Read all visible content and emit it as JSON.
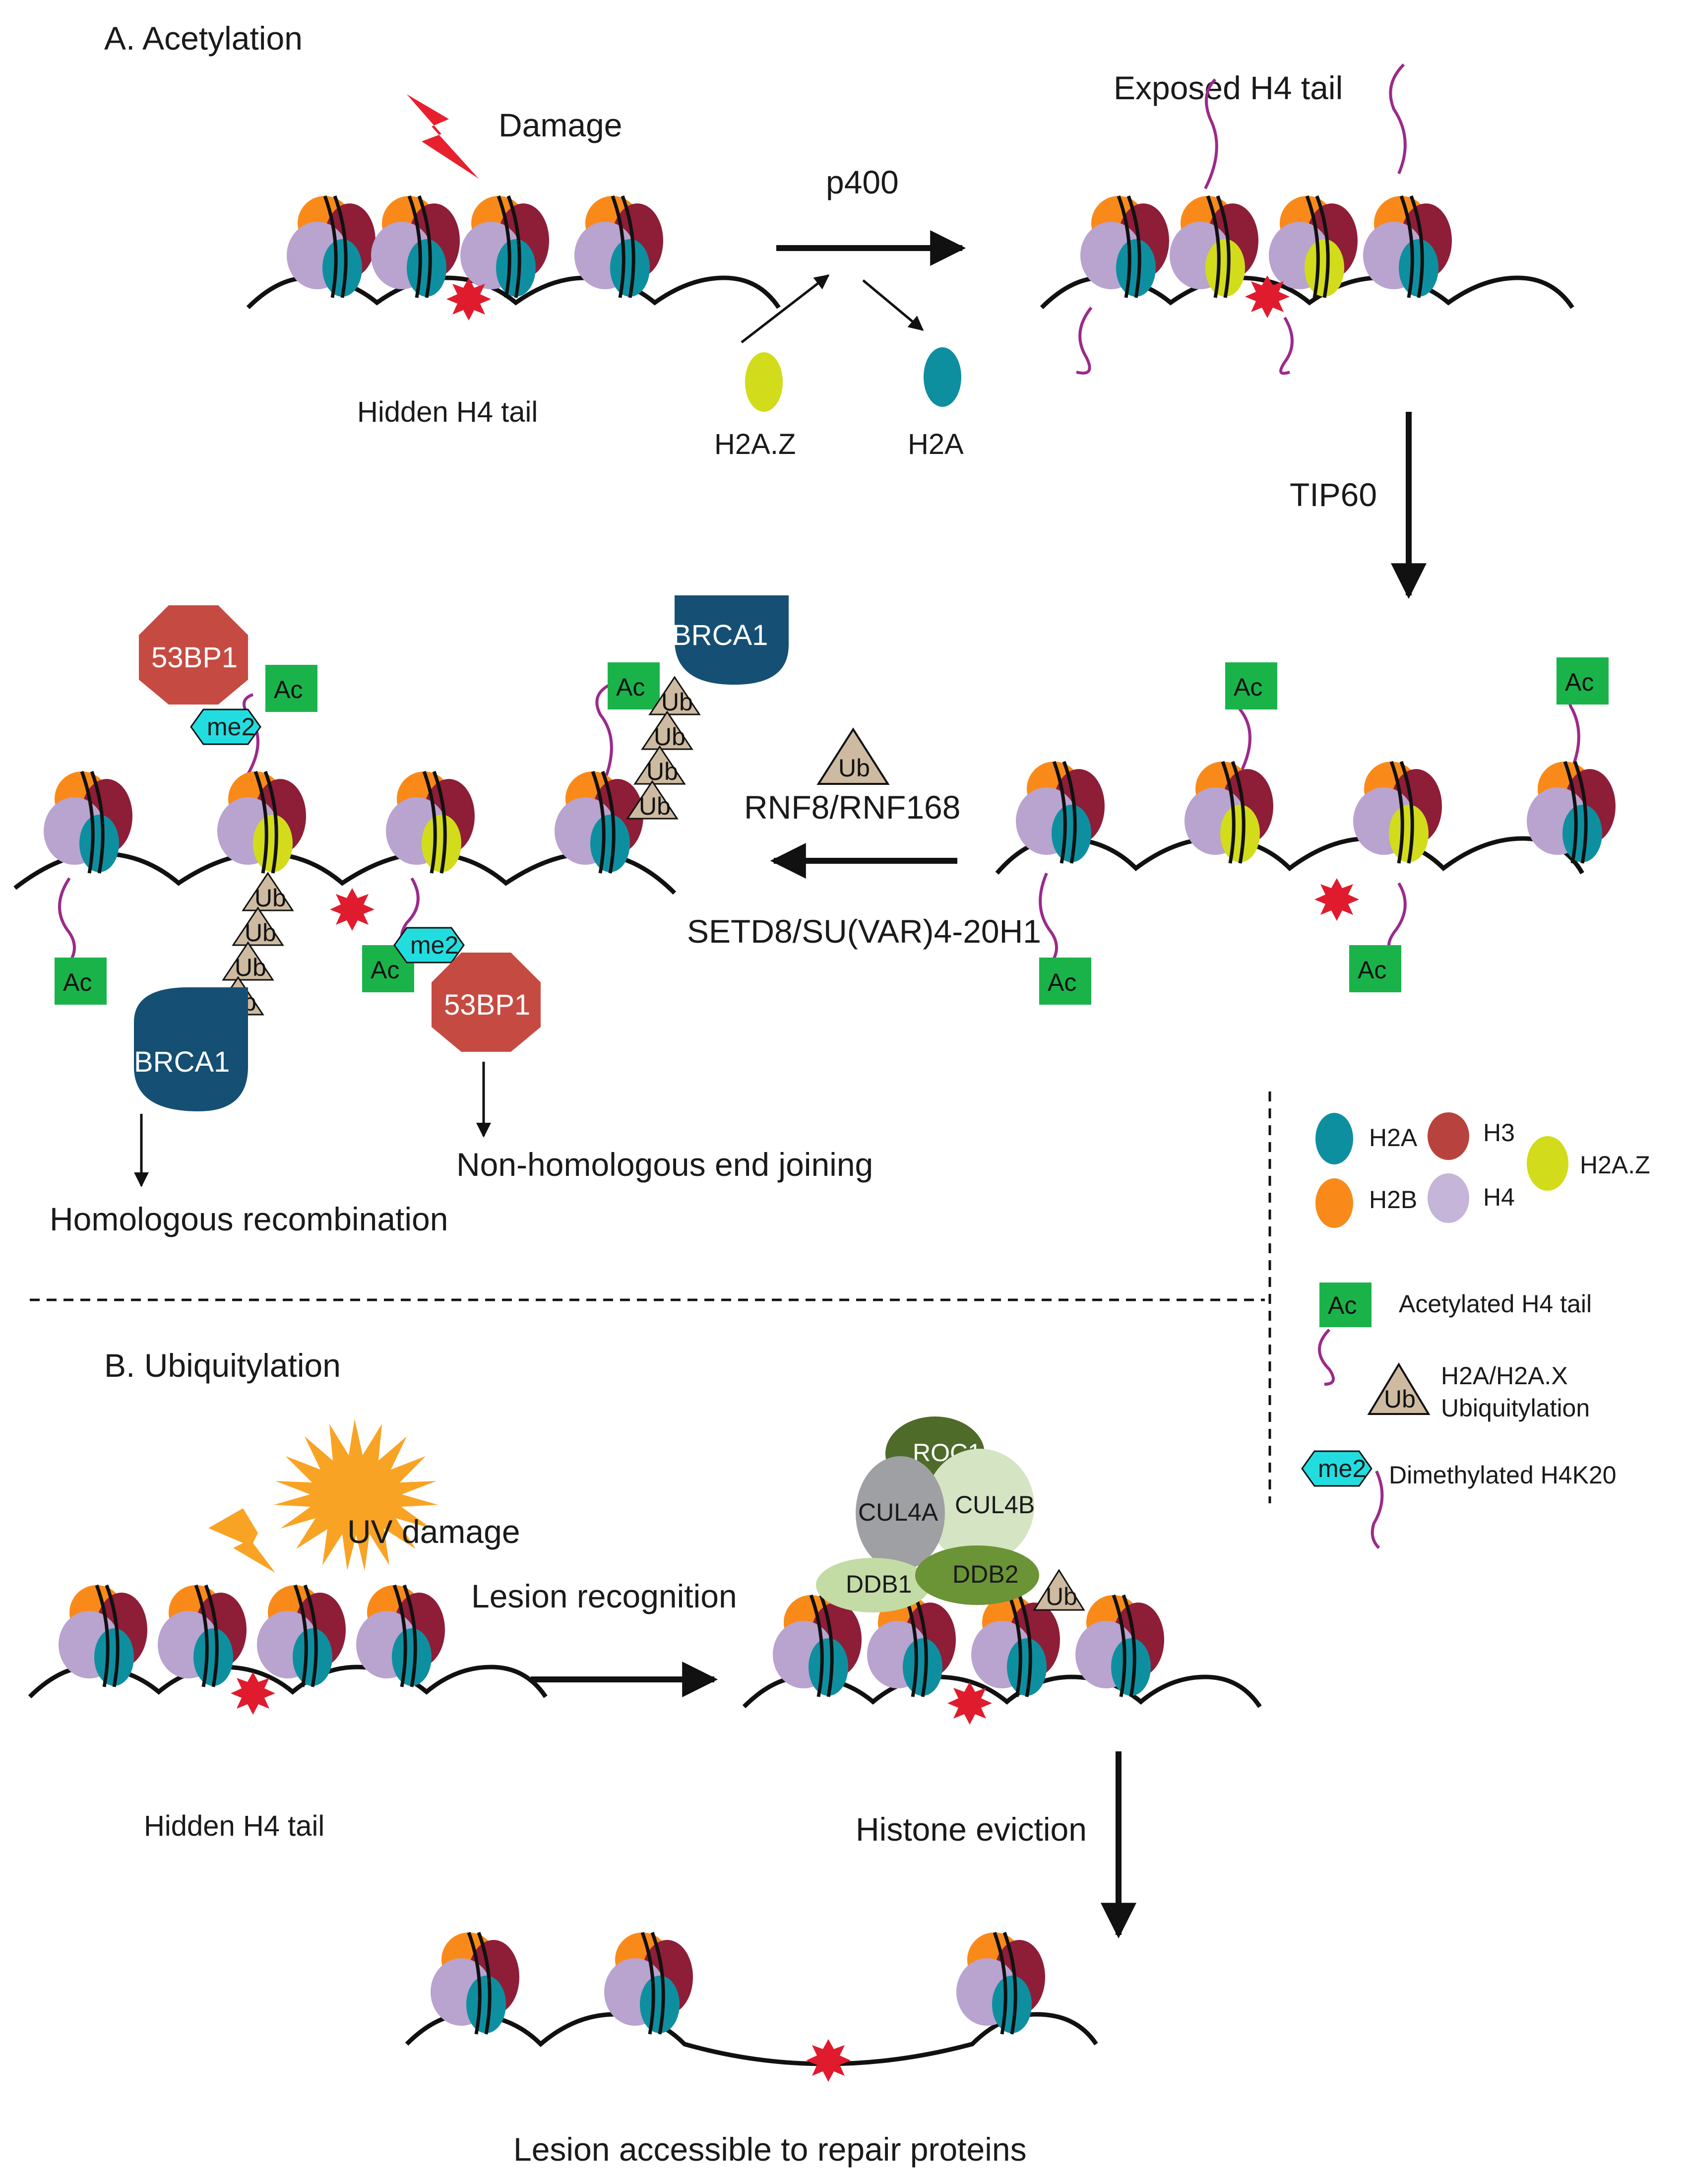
{
  "section_a": {
    "title": "A. Acetylation",
    "damage": "Damage",
    "hidden_tail": "Hidden H4 tail",
    "exposed_tail": "Exposed H4 tail",
    "p400": "p400",
    "h2az": "H2A.Z",
    "h2a": "H2A",
    "tip60": "TIP60",
    "rnf": "RNF8/RNF168",
    "setd8": "SETD8/SU(VAR)4-20H1",
    "hr": "Homologous recombination",
    "nhej": "Non-homologous end joining"
  },
  "section_b": {
    "title": "B. Ubiquitylation",
    "uv": "UV damage",
    "lesion_recognition": "Lesion recognition",
    "hidden_tail": "Hidden H4 tail",
    "histone_eviction": "Histone eviction",
    "accessible": "Lesion accessible to repair proteins",
    "complex": {
      "roc1": "ROC1",
      "cul4a": "CUL4A",
      "cul4b": "CUL4B",
      "ddb1": "DDB1",
      "ddb2": "DDB2"
    }
  },
  "marks": {
    "ac": "Ac",
    "ub": "Ub",
    "me2": "me2",
    "brca1": "BRCA1",
    "bp53": "53BP1"
  },
  "legend": {
    "h2a": "H2A",
    "h3": "H3",
    "h2b": "H2B",
    "h4": "H4",
    "h2az": "H2A.Z",
    "ac_desc": "Acetylated H4 tail",
    "ub_desc_1": "H2A/H2A.X",
    "ub_desc_2": "Ubiquitylation",
    "me2_desc": "Dimethylated H4K20"
  },
  "colors": {
    "h2a": "#0e8fa0",
    "h2b": "#f98a1a",
    "h3": "#8e1d37",
    "h4": "#b9a3cf",
    "h2az": "#d2dc1a",
    "ac": "#1ab34a",
    "ub": "#cdbaa0",
    "me2": "#22dde0",
    "brca1": "#154f73",
    "bp53": "#c54b42",
    "tail": "#9b2a8a",
    "lesion": "#e01b2d",
    "sun": "#f9a324"
  }
}
